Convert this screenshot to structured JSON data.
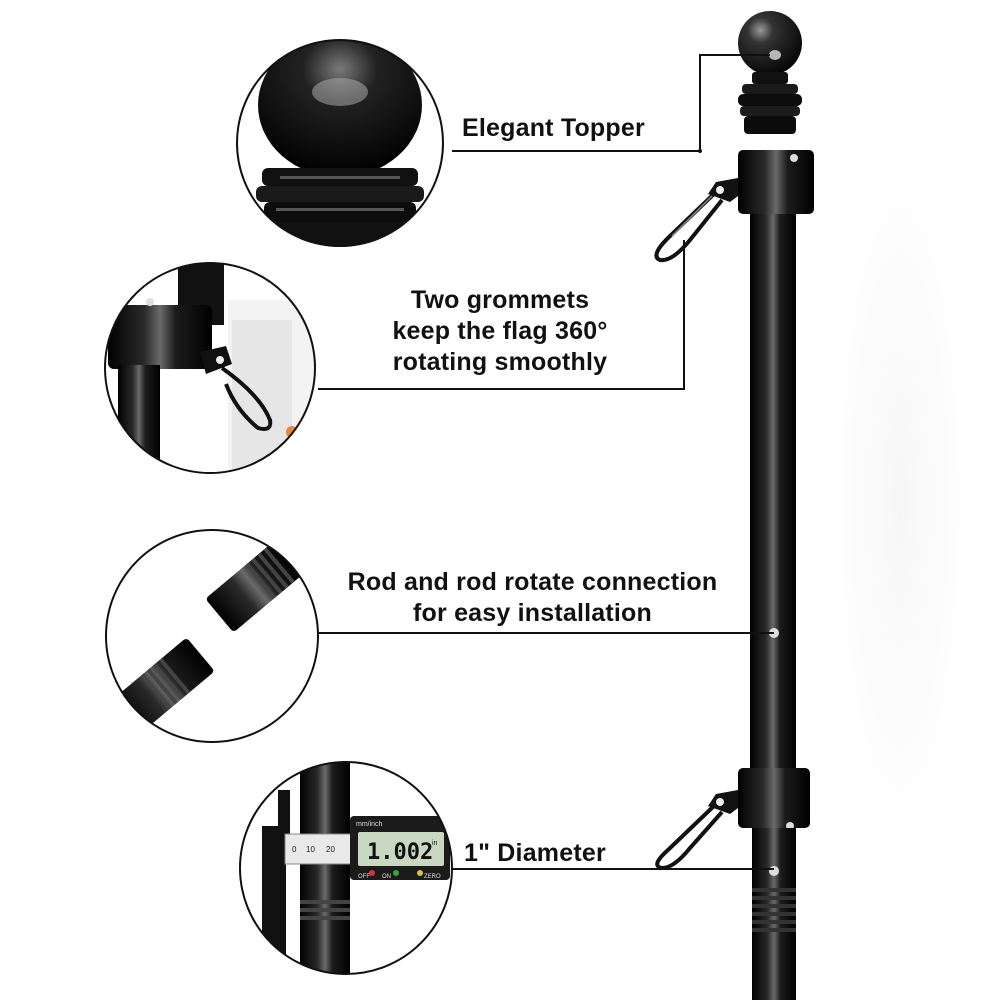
{
  "callouts": {
    "topper": {
      "text": "Elegant Topper"
    },
    "grommets": {
      "lines": [
        "Two grommets",
        "keep the flag 360°",
        "rotating smoothly"
      ]
    },
    "connection": {
      "lines": [
        "Rod and rod rotate connection",
        "for easy installation"
      ]
    },
    "diameter": {
      "text": "1\" Diameter"
    }
  },
  "caliper": {
    "units_label": "mm/inch",
    "reading": "1.002",
    "unit": "in",
    "scale_marks": [
      "0",
      "10",
      "20"
    ],
    "buttons": [
      "OFF",
      "ON",
      "ZERO"
    ]
  },
  "colors": {
    "pole": "#0b0b0b",
    "highlight": "#6a6a6a",
    "lcd": "#c9d8c0",
    "callout_line": "#111111"
  }
}
